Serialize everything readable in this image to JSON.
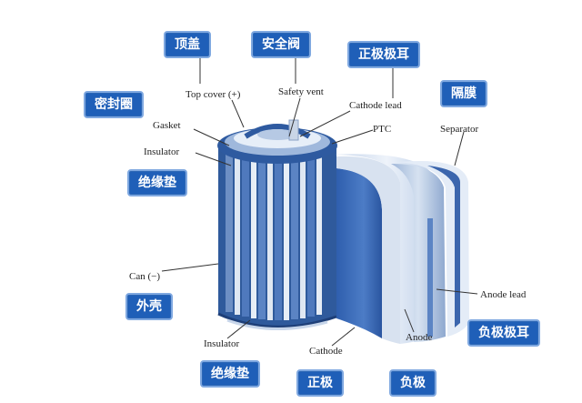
{
  "tags": {
    "top_cover": "顶盖",
    "safety_valve": "安全阀",
    "cathode_tab": "正极极耳",
    "separator": "隔膜",
    "gasket": "密封圈",
    "insulator_top": "绝缘垫",
    "can": "外壳",
    "anode_tab": "负极极耳",
    "insulator_bottom": "绝缘垫",
    "cathode": "正极",
    "anode": "负极"
  },
  "labels": {
    "top_cover": "Top cover (+)",
    "safety_vent": "Safety vent",
    "cathode_lead": "Cathode lead",
    "ptc": "PTC",
    "separator": "Separator",
    "gasket": "Gasket",
    "insulator_top": "Insulator",
    "can": "Can (−)",
    "anode_lead": "Anode lead",
    "insulator_bottom": "Insulator",
    "cathode": "Cathode",
    "anode": "Anode"
  },
  "colors": {
    "tag_bg": "#1f5fb8",
    "can_blue": "#3467b4",
    "electrode_blue": "#4777c2",
    "separator_light": "#dbe6f3",
    "leader": "#333333"
  }
}
